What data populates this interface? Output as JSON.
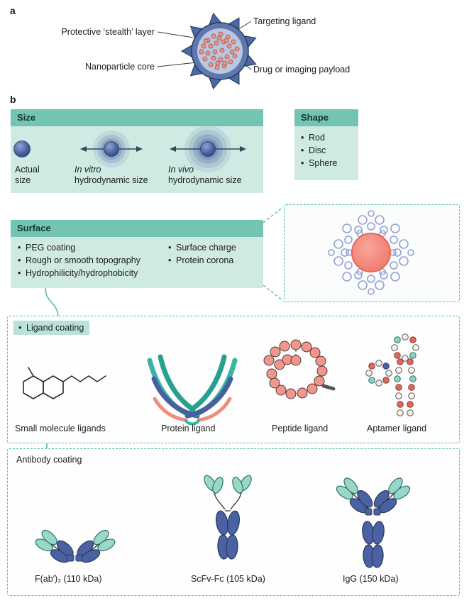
{
  "colors": {
    "box_bg": "#cfe9e3",
    "box_header_bg": "#74c4b4",
    "dashed_border": "#53bcaa",
    "chip_bg": "#b9e2da",
    "navy_domain": "#4a62a3",
    "teal_domain": "#99d8c9",
    "salmon_payload": "#f0907f",
    "core_red": "#f3837b",
    "corona_blue": "#8d9cd2"
  },
  "panel_a": {
    "label": "a",
    "callout_stealth": "Protective ‘stealth’ layer",
    "callout_core": "Nanoparticle core",
    "callout_ligand": "Targeting ligand",
    "callout_payload": "Drug or imaging payload"
  },
  "panel_b": {
    "label": "b",
    "size_box": {
      "title": "Size",
      "actual_caption": "Actual size",
      "invitro_italic": "In vitro",
      "invitro_rest": "hydrodynamic size",
      "invivo_italic": "In vivo",
      "invivo_rest": "hydrodynamic size"
    },
    "shape_box": {
      "title": "Shape",
      "items": [
        "Rod",
        "Disc",
        "Sphere"
      ]
    },
    "surface_box": {
      "title": "Surface",
      "col1": [
        "PEG coating",
        "Rough or smooth topography",
        "Hydrophilicity/hydrophobicity"
      ],
      "col2": [
        "Surface charge",
        "Protein corona"
      ]
    },
    "ligand_box": {
      "title": "Ligand coating",
      "captions": [
        "Small molecule ligands",
        "Protein ligand",
        "Peptide ligand",
        "Aptamer ligand"
      ]
    },
    "antibody_box": {
      "title": "Antibody coating",
      "captions": [
        "F(ab′)₂ (110 kDa)",
        "ScFv-Fc (105 kDa)",
        "IgG (150 kDa)"
      ]
    }
  }
}
